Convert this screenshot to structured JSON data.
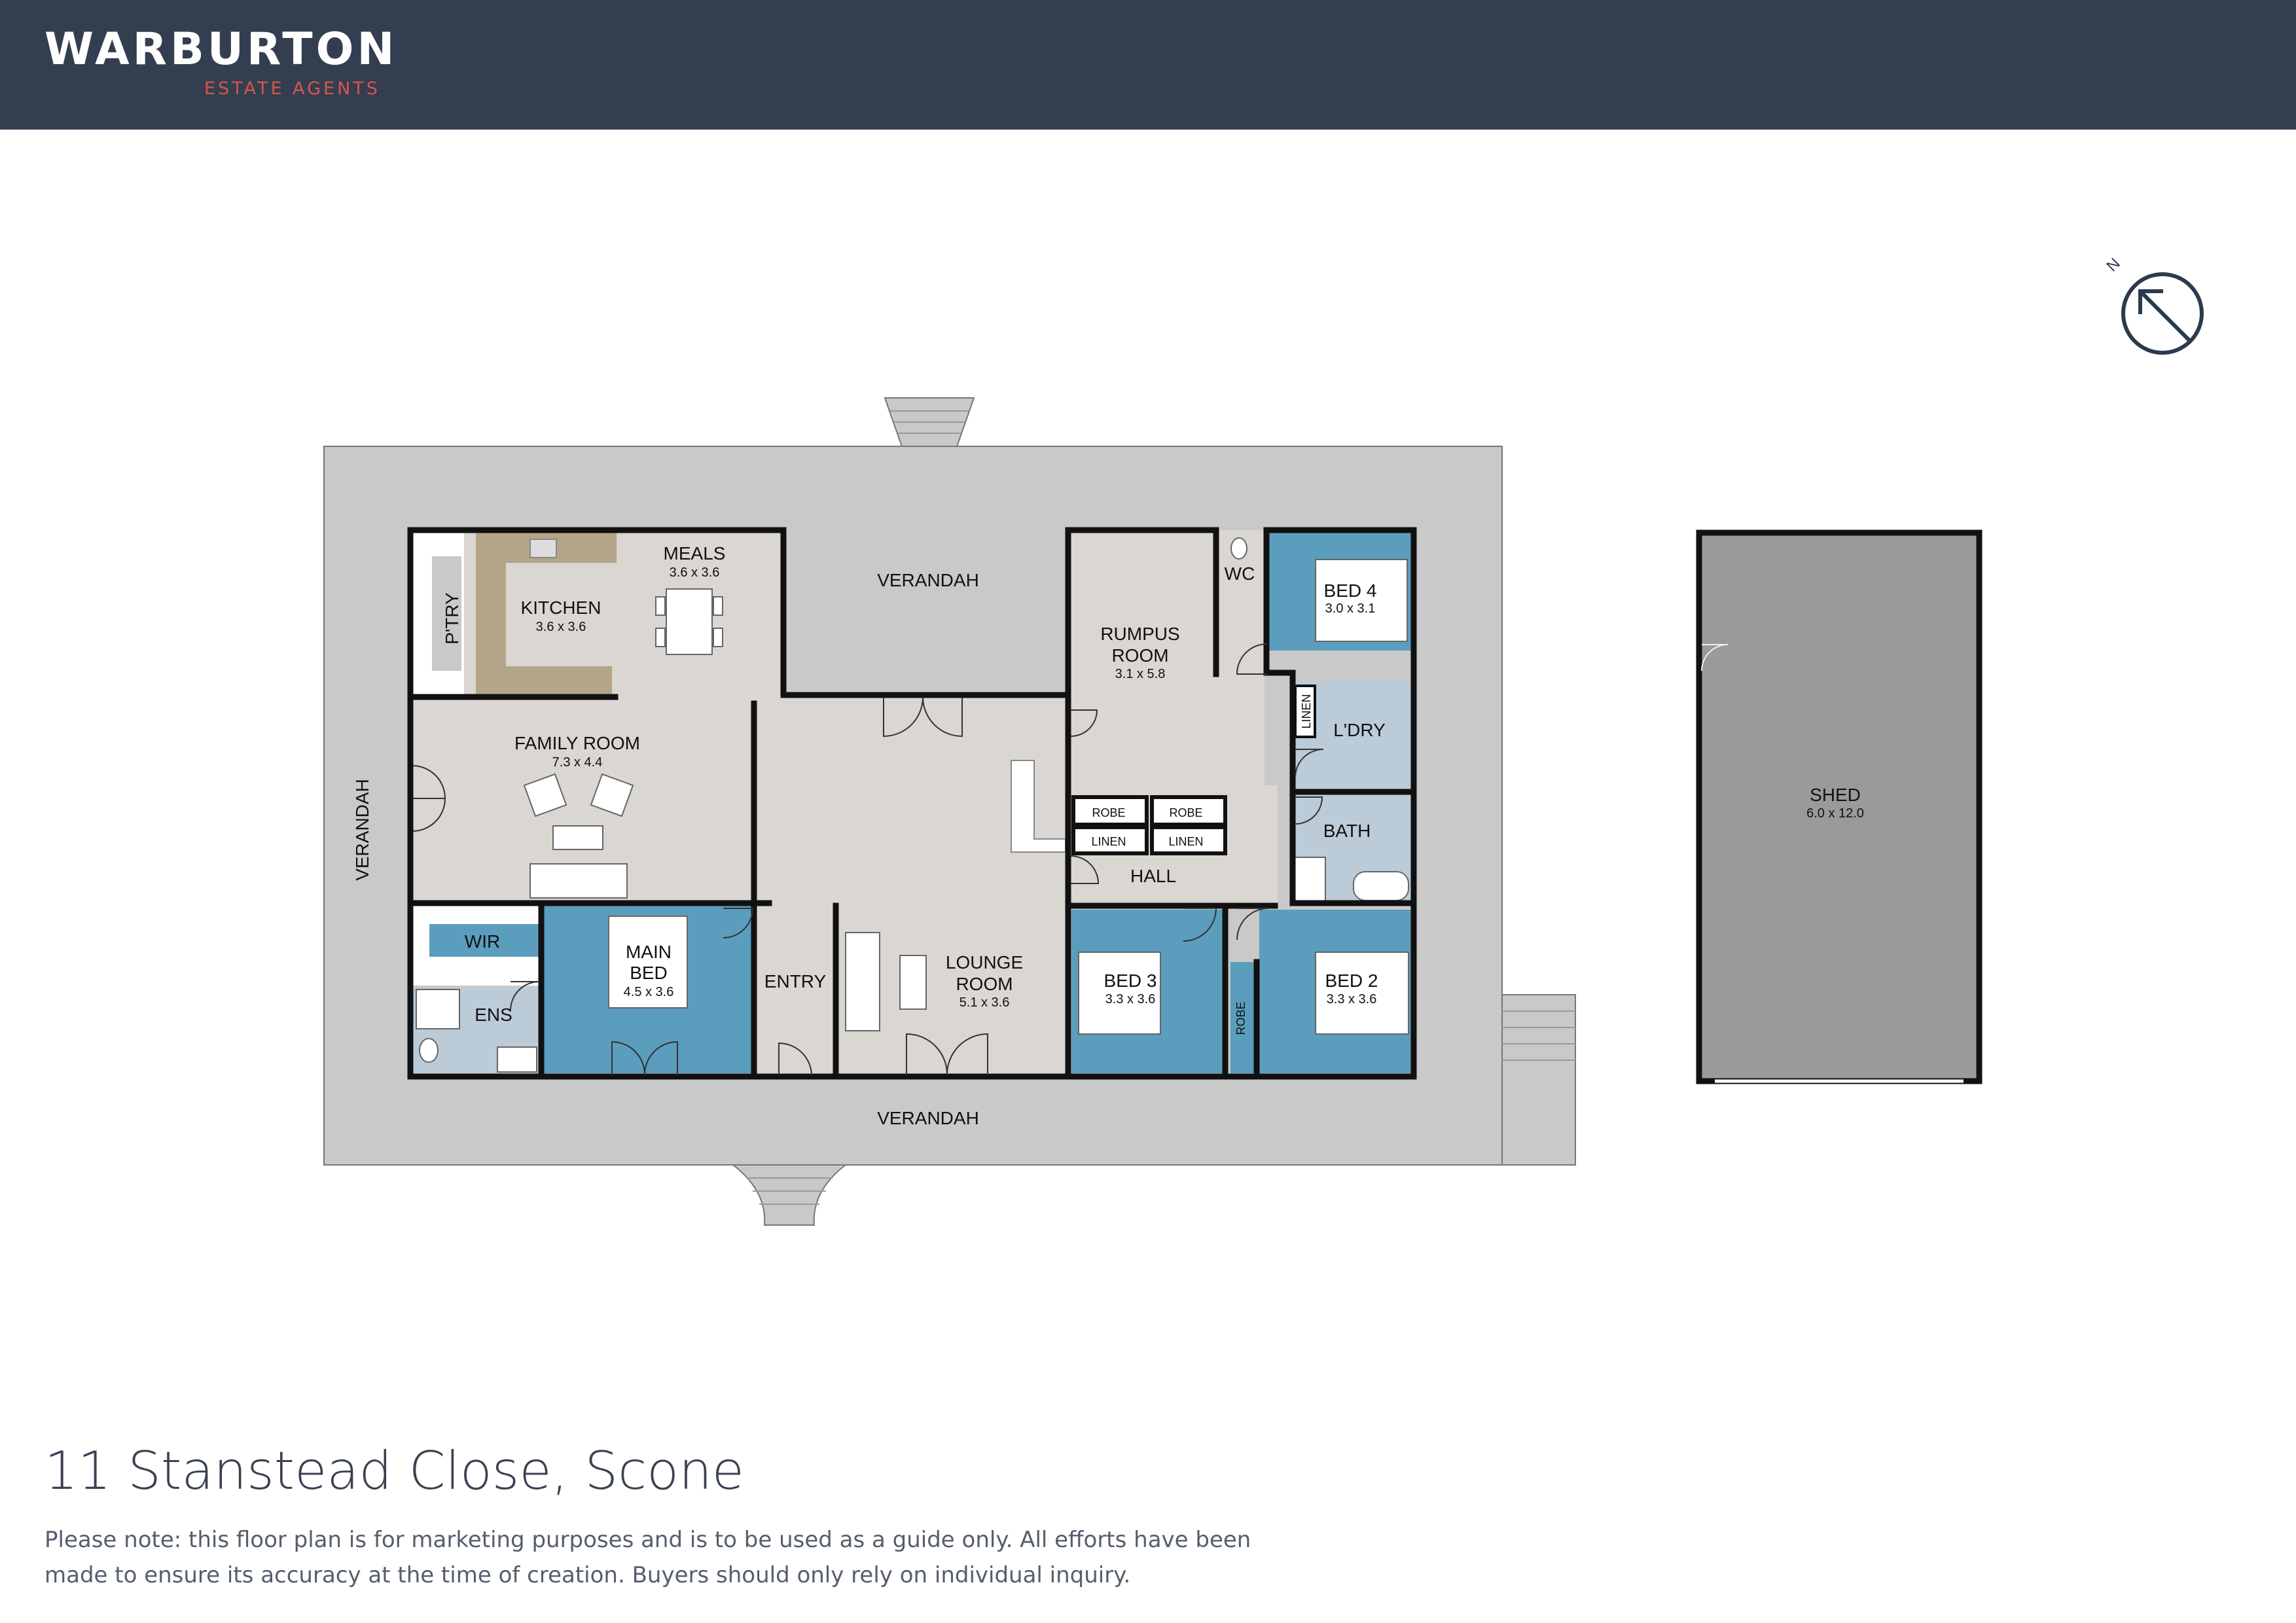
{
  "brand": {
    "name": "WARBURTON",
    "tagline": "ESTATE AGENTS"
  },
  "compass": {
    "label": "N"
  },
  "rooms": {
    "verandah_top": "VERANDAH",
    "verandah_bottom": "VERANDAH",
    "verandah_left": "VERANDAH",
    "pantry": "P'TRY",
    "kitchen": {
      "name": "KITCHEN",
      "size": "3.6 x 3.6"
    },
    "meals": {
      "name": "MEALS",
      "size": "3.6 x 3.6"
    },
    "family": {
      "name": "FAMILY ROOM",
      "size": "7.3 x 4.4"
    },
    "rumpus": {
      "name1": "RUMPUS",
      "name2": "ROOM",
      "size": "3.1 x 5.8"
    },
    "wc": "WC",
    "bed4": {
      "name": "BED 4",
      "size": "3.0 x 3.1"
    },
    "linen_v": "LINEN",
    "laundry": "L'DRY",
    "bath": "BATH",
    "robe1": "ROBE",
    "robe2": "ROBE",
    "linen1": "LINEN",
    "linen2": "LINEN",
    "hall": "HALL",
    "wir": "WIR",
    "main_bed": {
      "name1": "MAIN",
      "name2": "BED",
      "size": "4.5 x 3.6"
    },
    "ens": "ENS",
    "entry": "ENTRY",
    "lounge": {
      "name1": "LOUNGE",
      "name2": "ROOM",
      "size": "5.1 x 3.6"
    },
    "bed3": {
      "name": "BED 3",
      "size": "3.3 x 3.6"
    },
    "robe_v": "ROBE",
    "bed2": {
      "name": "BED 2",
      "size": "3.3 x 3.6"
    },
    "shed": {
      "name": "SHED",
      "size": "6.0 x 12.0"
    }
  },
  "colors": {
    "header": "#333f50",
    "brand_accent": "#d9534f",
    "verandah": "#c9c9c9",
    "floor": "#dad6d2",
    "bedroom": "#5b9dbd",
    "wet": "#bccbd8",
    "kitchen_bench": "#b5a588",
    "shed": "#9a9a9a",
    "wall": "#111111"
  },
  "footer": {
    "address": "11 Stanstead Close, Scone",
    "note": "Please note: this floor plan is for marketing purposes and is to be used as a guide only. All efforts have been made to ensure its accuracy at the time of creation. Buyers should only rely on individual inquiry."
  }
}
